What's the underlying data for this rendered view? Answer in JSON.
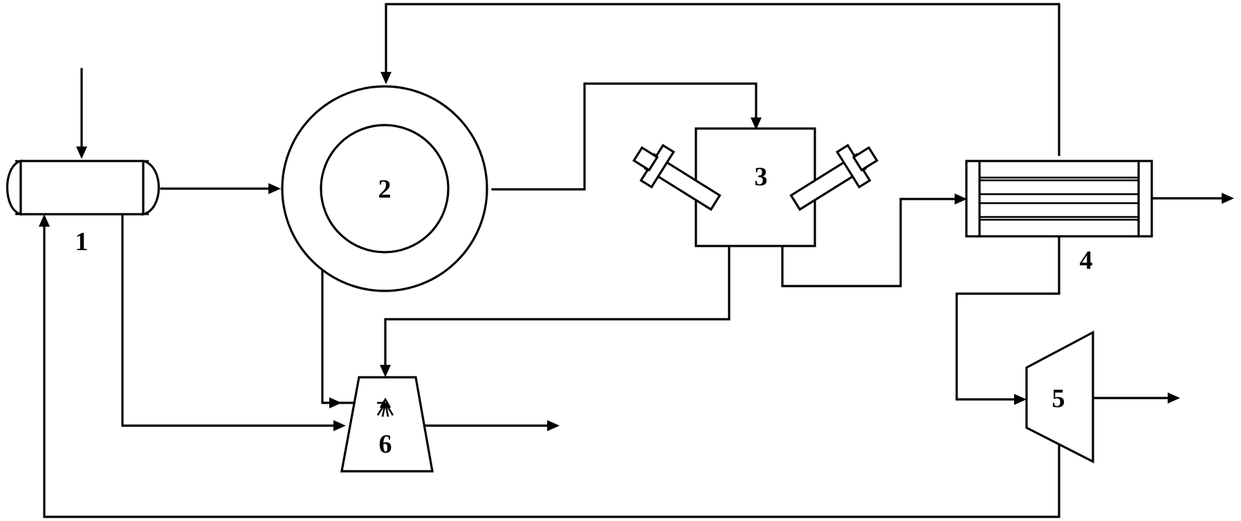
{
  "components": {
    "separator": {
      "label": "1"
    },
    "drum": {
      "label": "2"
    },
    "crusher": {
      "label": "3"
    },
    "heat_exchanger": {
      "label": "4"
    },
    "turbine": {
      "label": "5"
    },
    "tank": {
      "label": "6"
    }
  },
  "colors": {
    "stroke": "#000000",
    "background": "#ffffff"
  }
}
